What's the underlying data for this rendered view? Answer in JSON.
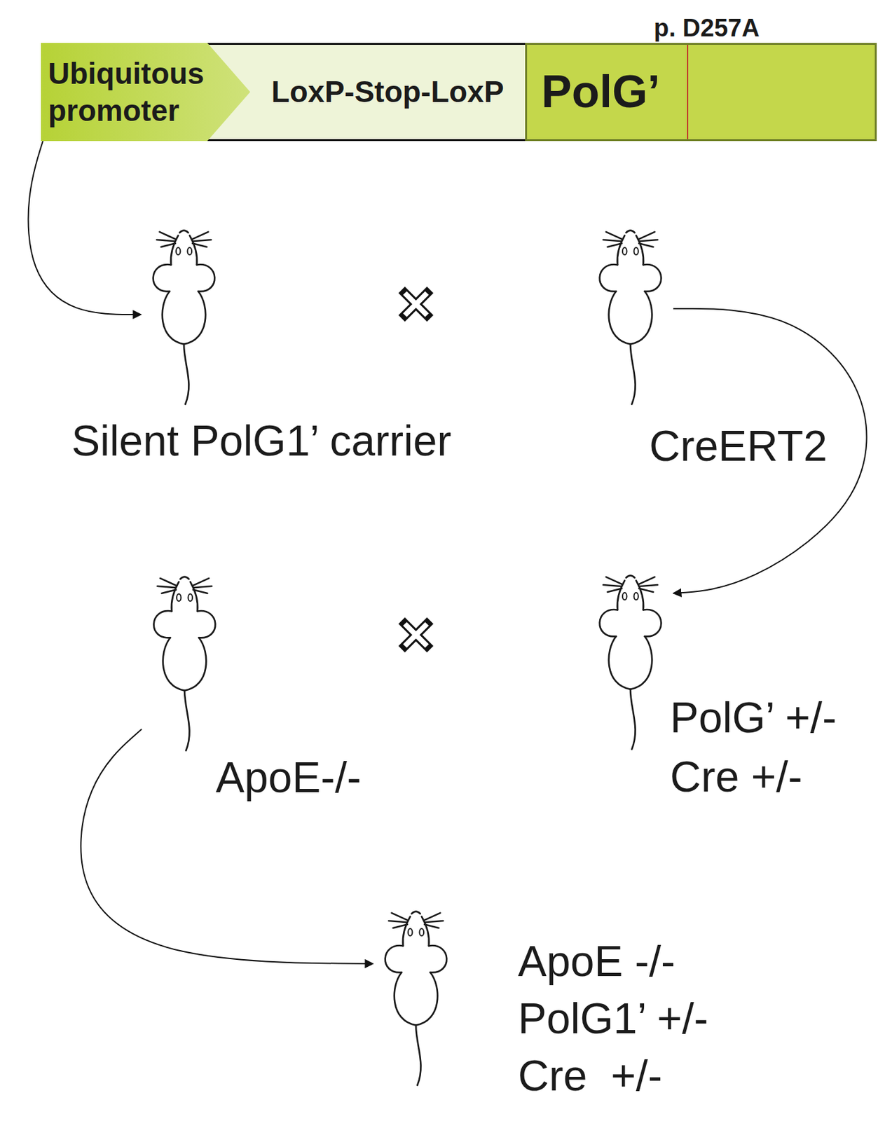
{
  "diagram": {
    "nodes": [
      {
        "text": [
          "Ubiquitous promoter"
        ]
      },
      {
        "text": [
          "LoxP-Stop-LoxP"
        ]
      },
      {
        "text": [
          "PolG’"
        ]
      },
      {
        "text": [
          "Silent PolG1’ carrier"
        ]
      },
      {
        "text": [
          "CreERT2"
        ]
      },
      {
        "text": [
          "ApoE-/-"
        ]
      },
      {
        "text": [
          "PolG’ +/-",
          "Cre +/-"
        ]
      },
      {
        "text": [
          "ApoE -/-",
          "PolG1’ +/-",
          "Cre  +/-"
        ]
      }
    ],
    "edges": [
      {
        "from": 0,
        "to": 3,
        "arrow": "to"
      },
      {
        "from": 4,
        "to": 6,
        "arrow": "to"
      },
      {
        "from": 5,
        "to": 7,
        "arrow": "to"
      }
    ],
    "labels": [
      "p. D257A"
    ]
  }
}
